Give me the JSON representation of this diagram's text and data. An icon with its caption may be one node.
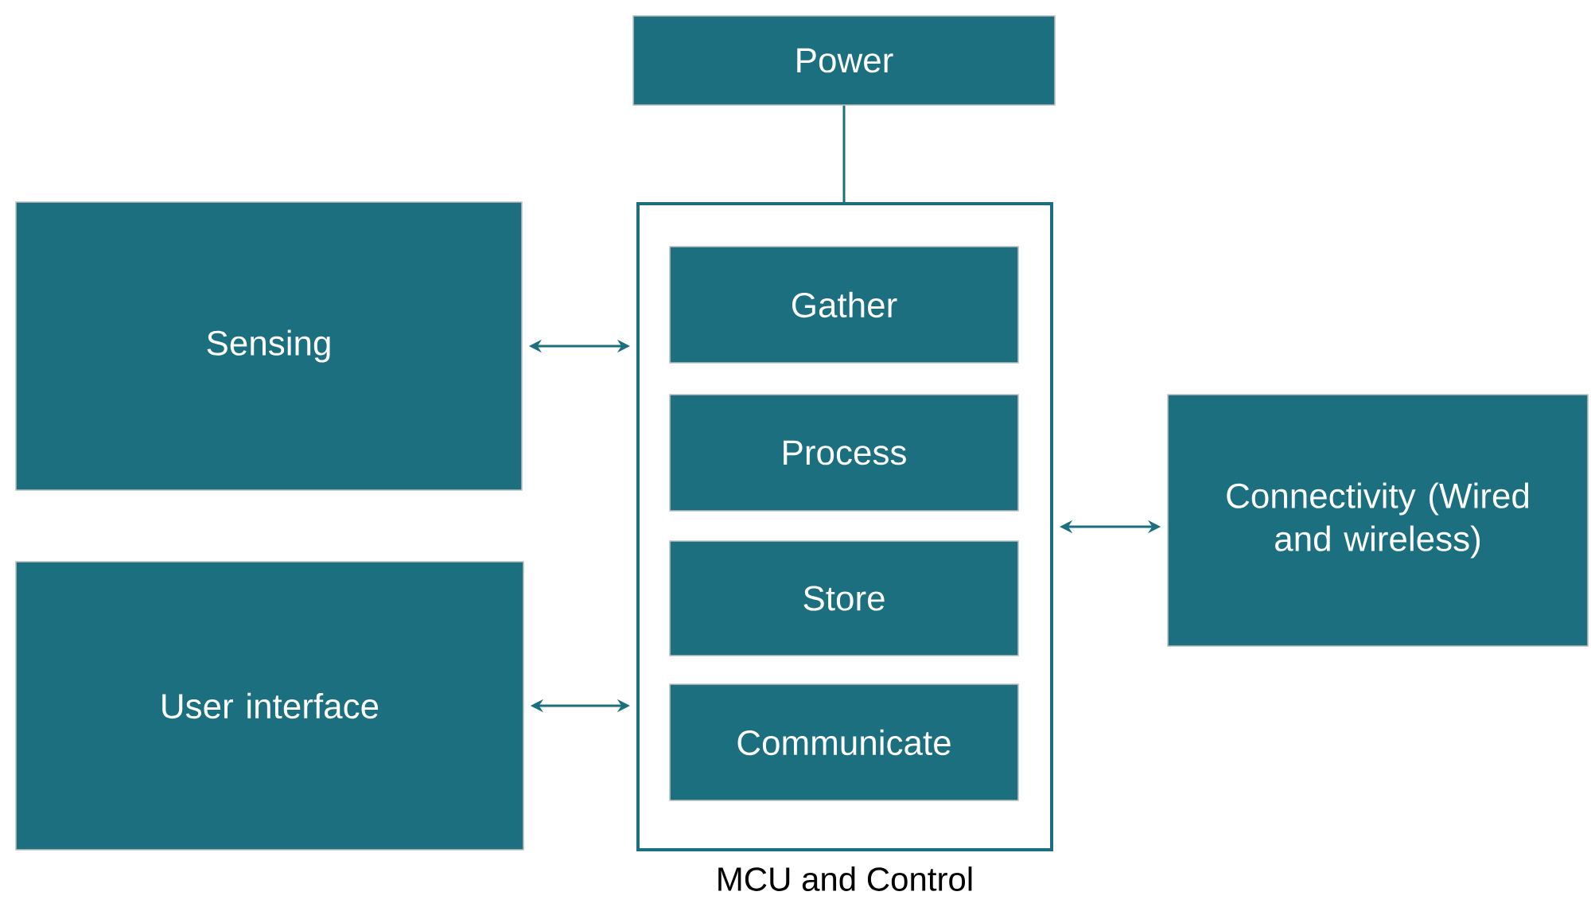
{
  "diagram": {
    "nodes": [
      {
        "text": [
          "Power"
        ]
      },
      {
        "text": [
          "MCU and Control"
        ]
      },
      {
        "text": [
          "Gather"
        ],
        "in": 1
      },
      {
        "text": [
          "Process"
        ],
        "in": 1
      },
      {
        "text": [
          "Store"
        ],
        "in": 1
      },
      {
        "text": [
          "Communicate"
        ],
        "in": 1
      },
      {
        "text": [
          "Sensing"
        ]
      },
      {
        "text": [
          "User interface"
        ]
      },
      {
        "text": [
          "Connectivity (Wired and wireless)"
        ]
      }
    ],
    "edges": [
      {
        "from": 0,
        "to": 1,
        "arrow": "none"
      },
      {
        "from": 6,
        "to": 1,
        "arrow": "both"
      },
      {
        "from": 7,
        "to": 1,
        "arrow": "both"
      },
      {
        "from": 1,
        "to": 8,
        "arrow": "both"
      }
    ]
  }
}
